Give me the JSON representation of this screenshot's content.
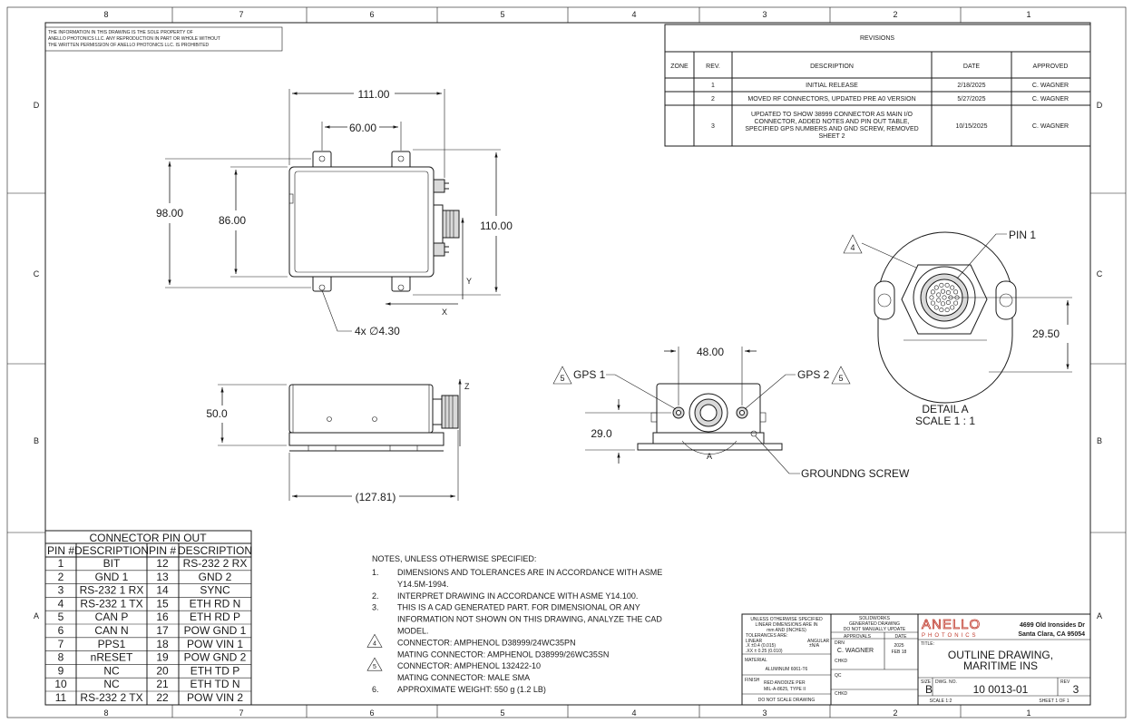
{
  "border": {
    "zones_h": [
      "8",
      "7",
      "6",
      "5",
      "4",
      "3",
      "2",
      "1"
    ],
    "zones_v": [
      "D",
      "C",
      "B",
      "A"
    ]
  },
  "proprietary": [
    "THE INFORMATION IN THIS DRAWING IS THE SOLE PROPERTY OF",
    "ANELLO PHOTONICS LLC. ANY REPRODUCTION IN PART OR WHOLE WITHOUT",
    "THE WRITTEN PERMISSION OF ANELLO PHOTONICS LLC. IS PROHIBITED"
  ],
  "revisions": {
    "title": "REVISIONS",
    "headers": [
      "ZONE",
      "REV.",
      "DESCRIPTION",
      "DATE",
      "APPROVED"
    ],
    "rows": [
      {
        "zone": "",
        "rev": "1",
        "desc": [
          "INITIAL RELEASE"
        ],
        "date": "2/18/2025",
        "approved": "C. WAGNER"
      },
      {
        "zone": "",
        "rev": "2",
        "desc": [
          "MOVED RF CONNECTORS, UPDATED PRE A0 VERSION"
        ],
        "date": "5/27/2025",
        "approved": "C. WAGNER"
      },
      {
        "zone": "",
        "rev": "3",
        "desc": [
          "UPDATED TO SHOW 38999 CONNECTOR AS MAIN I/O",
          "CONNECTOR, ADDED NOTES AND PIN OUT TABLE,",
          "SPECIFIED GPS NUMBERS AND GND SCREW, REMOVED",
          "SHEET 2"
        ],
        "date": "10/15/2025",
        "approved": "C. WAGNER"
      }
    ]
  },
  "dims": {
    "d111": "111.00",
    "d60": "60.00",
    "d98": "98.00",
    "d86": "86.00",
    "d110": "110.00",
    "y": "Y",
    "x": "X",
    "holes": "4x ∅4.30",
    "d50": "50.0",
    "z": "Z",
    "d127": "(127.81)",
    "d48": "48.00",
    "d29": "29.0",
    "a": "A",
    "d2950": "29.50"
  },
  "labels": {
    "gps1": "GPS 1",
    "gps2": "GPS 2",
    "gps_flag": "5",
    "pin1": "PIN 1",
    "detail_flag": "4",
    "ground": "GROUNDNG SCREW",
    "detail_title": "DETAIL A",
    "detail_scale": "SCALE 1 : 1"
  },
  "pinout": {
    "title": "CONNECTOR PIN OUT",
    "headers": [
      "PIN #",
      "DESCRIPTION",
      "PIN #",
      "DESCRIPTION"
    ],
    "rows": [
      [
        "1",
        "BIT",
        "12",
        "RS-232 2 RX"
      ],
      [
        "2",
        "GND 1",
        "13",
        "GND 2"
      ],
      [
        "3",
        "RS-232 1 RX",
        "14",
        "SYNC"
      ],
      [
        "4",
        "RS-232 1 TX",
        "15",
        "ETH RD N"
      ],
      [
        "5",
        "CAN P",
        "16",
        "ETH RD P"
      ],
      [
        "6",
        "CAN N",
        "17",
        "POW GND 1"
      ],
      [
        "7",
        "PPS1",
        "18",
        "POW VIN 1"
      ],
      [
        "8",
        "nRESET",
        "19",
        "POW GND 2"
      ],
      [
        "9",
        "NC",
        "20",
        "ETH TD P"
      ],
      [
        "10",
        "NC",
        "21",
        "ETH TD N"
      ],
      [
        "11",
        "RS-232 2 TX",
        "22",
        "POW VIN 2"
      ]
    ]
  },
  "notes": {
    "title": "NOTES, UNLESS OTHERWISE SPECIFIED:",
    "items": [
      {
        "num": "1.",
        "lines": [
          "DIMENSIONS AND TOLERANCES ARE IN ACCORDANCE WITH ASME",
          "Y14.5M-1994."
        ]
      },
      {
        "num": "2.",
        "lines": [
          "INTERPRET DRAWING IN ACCORDANCE WITH ASME Y14.100."
        ]
      },
      {
        "num": "3.",
        "lines": [
          "THIS IS A CAD GENERATED PART. FOR DIMENSIONAL OR ANY",
          "INFORMATION NOT SHOWN ON THIS DRAWING, ANALYZE THE CAD",
          "MODEL."
        ]
      },
      {
        "num": "4",
        "flag": true,
        "lines": [
          "CONNECTOR: AMPHENOL D38999/24WC35PN",
          "MATING CONNECTOR:  AMPHENOL D38999/26WC35SN"
        ]
      },
      {
        "num": "5",
        "flag": true,
        "lines": [
          "CONNECTOR:  AMPHENOL 132422-10",
          "MATING CONNECTOR:  MALE SMA"
        ]
      },
      {
        "num": "6.",
        "lines": [
          "APPROXIMATE WEIGHT:  550 g (1.2 LB)"
        ]
      }
    ]
  },
  "titleblock": {
    "unless": [
      "UNLESS OTHERWISE SPECIFIED",
      "LINEAR DIMENSIONS ARE IN",
      "mm AND (INCHES)"
    ],
    "tolerance": "TOLERANCES ARE:",
    "linear": "LINEAR",
    "angular": "ANGULAR",
    "tol1": ".X  ±0.4 (0.015)",
    "tol2": ".XX ± 0.25 (0.010)",
    "tol_ang": "±N/A",
    "material_label": "MATERIAL",
    "material": "ALUMINUM 6061-T6",
    "finish_label": "FINISH",
    "finish": [
      "RED ANODIZE PER",
      "MIL-A-8625, TYPE II"
    ],
    "noscale": "DO NOT SCALE DRAWING",
    "solidworks": [
      "SOLIDWORKS",
      "GENERATED DRAWING",
      "DO NOT MANUALLY UPDATE"
    ],
    "approvals": "APPROVALS",
    "date": "DATE",
    "drn": "DRN",
    "drn_name": "C. WAGNER",
    "drn_date": [
      "2025",
      "FEB 18"
    ],
    "chkd": "CHKD",
    "qc": "QC",
    "company": "ANELLO",
    "company_sub": "PHOTONICS",
    "address": [
      "4699 Old Ironsides Dr",
      "Santa Clara, CA 95054"
    ],
    "title_label": "TITLE:",
    "title": [
      "OUTLINE DRAWING,",
      "MARITIME INS"
    ],
    "size_label": "SIZE",
    "size": "B",
    "dwg_label": "DWG.  NO.",
    "dwg": "10 0013-01",
    "rev_label": "REV",
    "rev": "3",
    "scale": "SCALE 1:2",
    "sheet": "SHEET 1 OF 1"
  },
  "colors": {
    "line": "#1a1a1a",
    "fill": "#d9d9d9",
    "logo": "#c0392b"
  }
}
